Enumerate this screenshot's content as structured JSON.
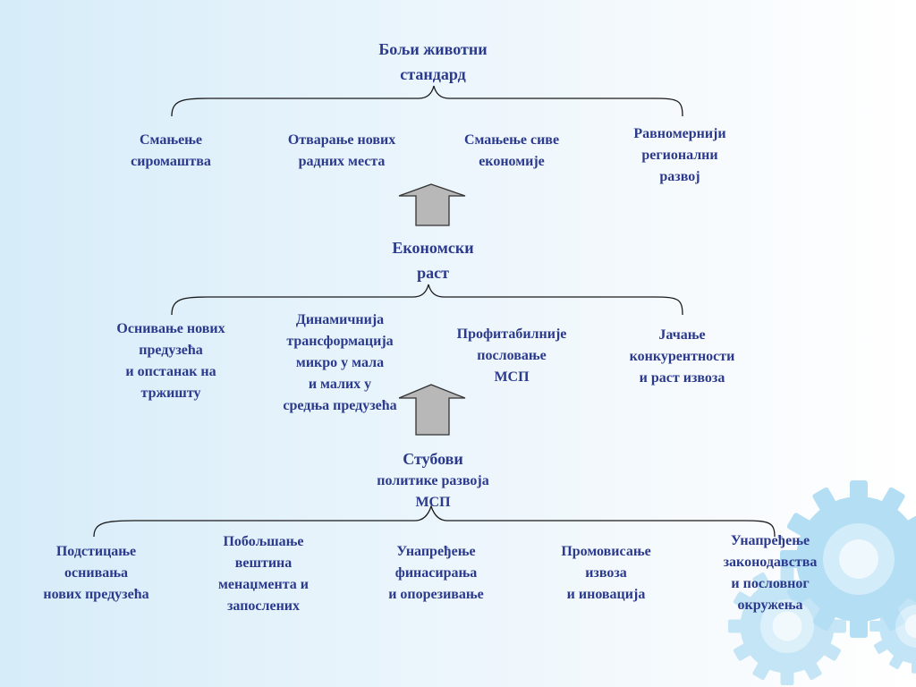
{
  "diagram": {
    "top": {
      "title": "Бољи животни\nстандард",
      "items": [
        "Смањење\nсиромаштва",
        "Отварање нових\nрадних места",
        "Смањење сиве\nекономије",
        "Равномернији\nрегионални\nразвој"
      ]
    },
    "middle": {
      "title": "Економски\nраст",
      "items": [
        "Оснивање нових\nпредузећа\nи опстанак на\nтржишту",
        "Динамичнија\nтрансформација\nмикро у мала\nи малих у\nсредња предузећа",
        "Профитабилније\nпословање\nМСП",
        "Јачање\nконкурентности\nи раст извоза"
      ]
    },
    "bottom": {
      "title_main": "Стубови",
      "title_sub": "политике развоја\nМСП",
      "items": [
        "Подстицање\nоснивања\nнових предузећа",
        "Побољшање\nвештина\nменаџмента и\nзапослених",
        "Унапређење\nфинасирања\nи опорезивање",
        "Промовисање\nизвоза\nи иновација",
        "Унапређење\nзаконодавства\nи пословног\nокружења"
      ]
    },
    "colors": {
      "text": "#2b3a8c",
      "arrow": "#b8b8b8",
      "gear": "#a8d6ee"
    }
  }
}
